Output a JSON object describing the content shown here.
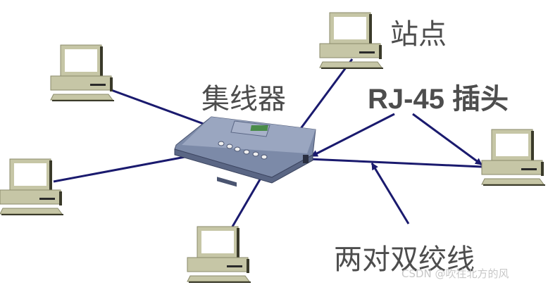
{
  "labels": {
    "station": "站点",
    "hub": "集线器",
    "rj45": "RJ-45 插头",
    "twisted_pair": "两对双绞线"
  },
  "watermark": "CSDN @吹往北方的风",
  "colors": {
    "cable": "#1a1a6e",
    "pc_body": "#c6c6a6",
    "pc_shadow": "#7a7a5e",
    "hub_body": "#7c8aa8",
    "label_text": "#4d4d4d"
  },
  "nodes": [
    {
      "id": "pc-top-left",
      "type": "station"
    },
    {
      "id": "pc-top-center",
      "type": "station"
    },
    {
      "id": "pc-left",
      "type": "station"
    },
    {
      "id": "pc-bottom",
      "type": "station"
    },
    {
      "id": "pc-right",
      "type": "station"
    },
    {
      "id": "hub",
      "type": "hub"
    }
  ]
}
